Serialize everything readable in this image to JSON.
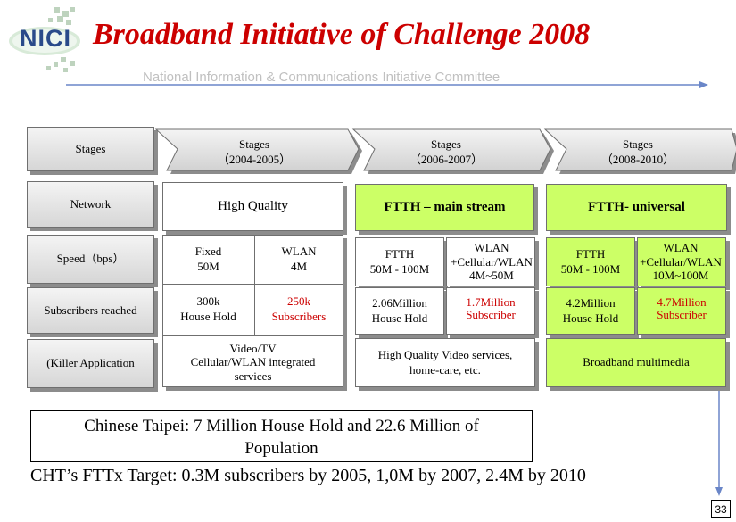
{
  "header": {
    "logo_text": "NICI",
    "title": "Broadband Initiative of Challenge 2008",
    "subtitle": "National Information & Communications Initiative Committee"
  },
  "row_labels": [
    "Stages",
    "Network",
    "Speed（bps）",
    "Subscribers reached",
    "(Killer Application"
  ],
  "stages": [
    {
      "title": "Stages",
      "period": "（2004-2005）"
    },
    {
      "title": "Stages",
      "period": "（2006-2007）"
    },
    {
      "title": "Stages",
      "period": "（2008-2010）"
    }
  ],
  "network": [
    "High Quality",
    "FTTH – main stream",
    "FTTH- universal"
  ],
  "speed": [
    {
      "a": [
        "Fixed",
        "50M"
      ],
      "b": [
        "WLAN",
        "4M"
      ]
    },
    {
      "a": [
        "FTTH",
        "50M - 100M"
      ],
      "b": [
        "WLAN",
        "+Cellular/WLAN",
        "4M~50M"
      ]
    },
    {
      "a": [
        "FTTH",
        "50M - 100M"
      ],
      "b": [
        "WLAN",
        "+Cellular/WLAN",
        "10M~100M"
      ]
    }
  ],
  "subscribers": [
    {
      "a": [
        "300k",
        "House Hold"
      ],
      "b": [
        "250k",
        "Subscribers"
      ]
    },
    {
      "a": [
        "2.06Million",
        "House Hold"
      ],
      "b": [
        "1.7Million",
        "Subscriber"
      ]
    },
    {
      "a": [
        "4.2Million",
        "House Hold"
      ],
      "b": [
        "4.7Million",
        "Subscriber"
      ]
    }
  ],
  "killer_app": [
    [
      "Video/TV",
      "Cellular/WLAN integrated",
      "services"
    ],
    [
      "High Quality Video services,",
      "home-care, etc."
    ],
    [
      "Broadband multimedia"
    ]
  ],
  "notes": {
    "population_line1": "Chinese Taipei: 7 Million House Hold  and 22.6 Million of",
    "population_line2": "Population",
    "target": "CHT’s FTTx Target: 0.3M subscribers by 2005, 1,0M by 2007,  2.4M by 2010"
  },
  "page_number": "33",
  "colors": {
    "title": "#cc0000",
    "green_fill": "#ccff66",
    "arrow": "#6a86c8",
    "subtitle": "#c0c0c0"
  }
}
